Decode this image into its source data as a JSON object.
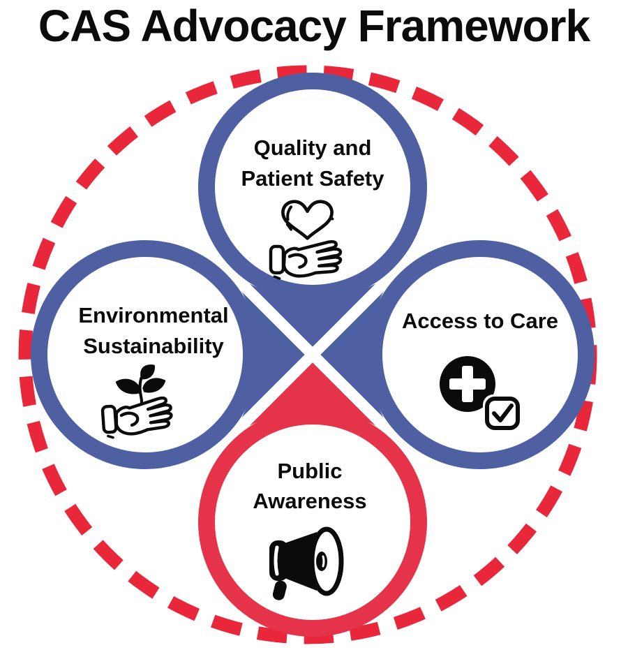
{
  "title": "CAS Advocacy Framework",
  "colors": {
    "blue": "#4F60A2",
    "red": "#E5344A",
    "dash": "#E8283A",
    "ink": "#0B0B0B",
    "bg": "#FFFFFF"
  },
  "nodes": {
    "top": {
      "line1": "Quality and",
      "line2": "Patient Safety",
      "icon": "hand-holding-heart"
    },
    "left": {
      "line1": "Environmental",
      "line2": "Sustainability",
      "icon": "hand-holding-sprout"
    },
    "right": {
      "line1": "Access to Care",
      "icon": "medical-cross-with-checkbox"
    },
    "bottom": {
      "line1": "Public",
      "line2": "Awareness",
      "icon": "megaphone"
    }
  }
}
